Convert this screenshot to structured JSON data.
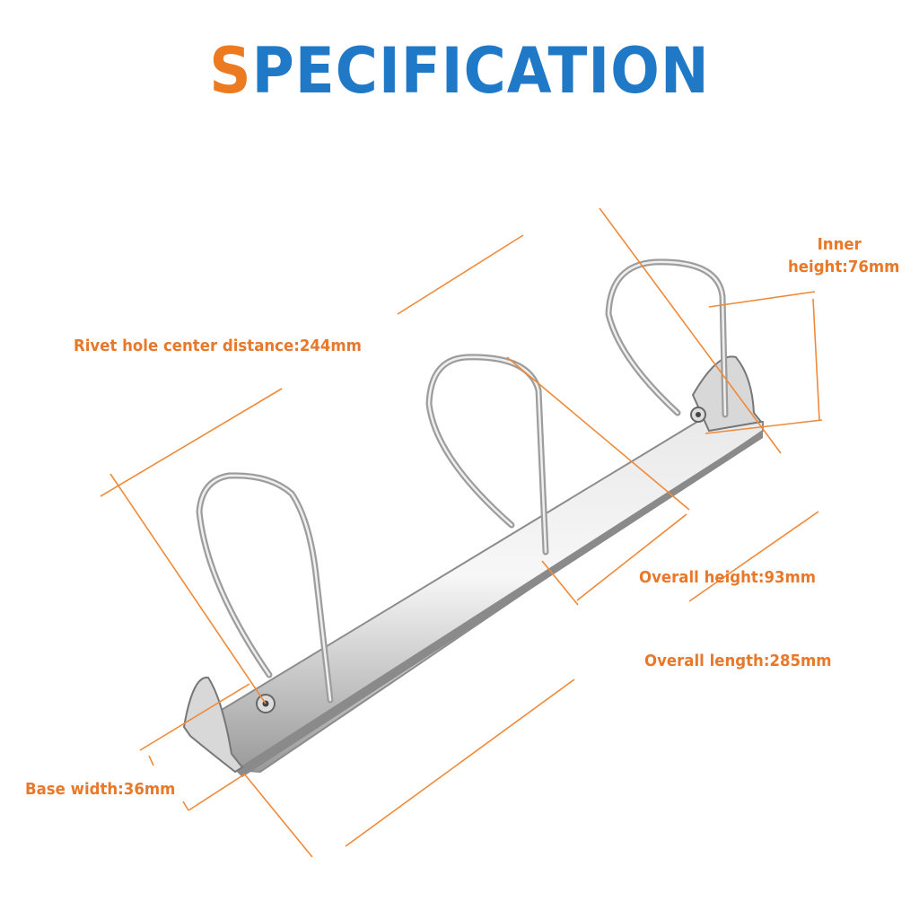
{
  "title": {
    "first_letter": "S",
    "rest": "PECIFICATION"
  },
  "colors": {
    "accent_orange": "#e8782a",
    "title_blue": "#2079c7",
    "line_orange": "#ef8a3a"
  },
  "product": "3-ring binder mechanism (D-ring, chrome)",
  "specs": {
    "rivet_hole_center_distance": "Rivet hole center distance:244mm",
    "inner_height_line1": "Inner",
    "inner_height_line2": "height:76mm",
    "overall_height": "Overall height:93mm",
    "overall_length": "Overall length:285mm",
    "base_width": "Base width:36mm"
  }
}
